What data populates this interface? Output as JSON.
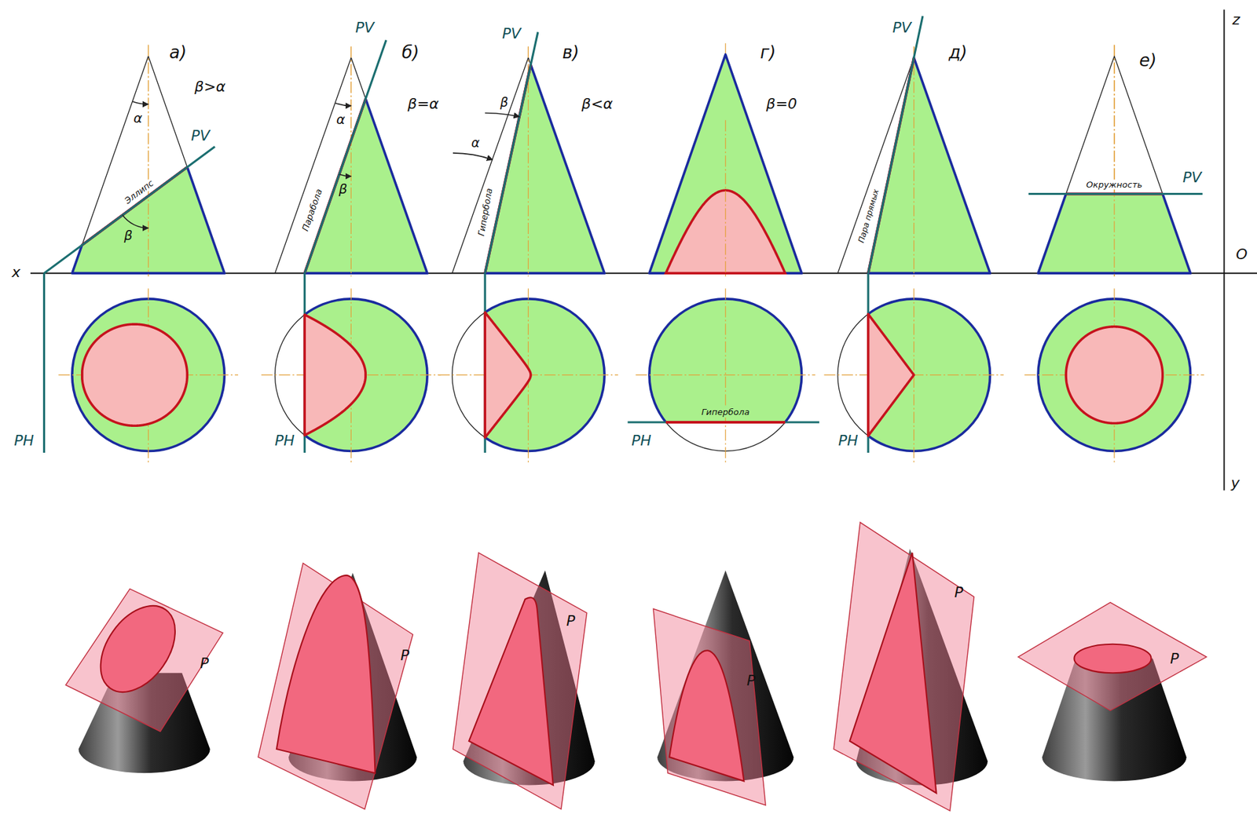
{
  "diagram": {
    "labels": [
      "а)",
      "α",
      "β>α",
      "PV",
      "Эллипс",
      "β",
      "x",
      "PH",
      "PV",
      "б)",
      "α",
      "β=α",
      "Парабола",
      "β",
      "PH",
      "PV",
      "в)",
      "β<α",
      "β",
      "α",
      "Гипербола",
      "г)",
      "β=0",
      "Гипербола",
      "PH",
      "PV",
      "д)",
      "Пара прямых",
      "PH",
      "е)",
      "Окружность",
      "PV",
      "z",
      "O",
      "y",
      "P",
      "P",
      "P",
      "P",
      "P",
      "P"
    ]
  }
}
